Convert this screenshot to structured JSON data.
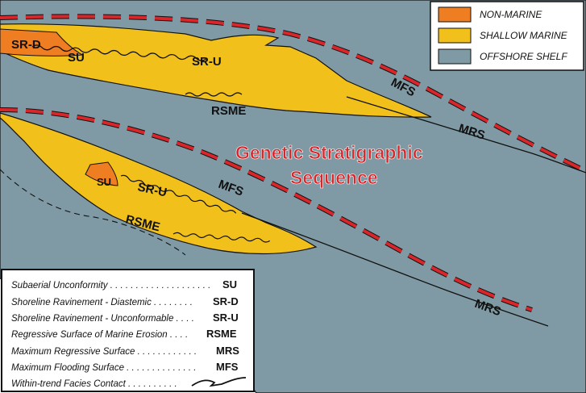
{
  "colors": {
    "non_marine": "#ef7d22",
    "shallow_marine": "#f2c01b",
    "offshore_shelf": "#7f9aa4",
    "flooding_surface": "#d8262a",
    "surface_line": "#111111"
  },
  "legend": {
    "items": [
      {
        "label": "NON-MARINE",
        "color": "#ef7d22"
      },
      {
        "label": "SHALLOW MARINE",
        "color": "#f2c01b"
      },
      {
        "label": "OFFSHORE SHELF",
        "color": "#7f9aa4"
      }
    ]
  },
  "title": {
    "line1": "Genetic Stratigraphic",
    "line2": "Sequence"
  },
  "upper_sequence": {
    "labels": {
      "srd": "SR-D",
      "su": "SU",
      "sru": "SR-U",
      "rsme": "RSME",
      "mfs": "MFS",
      "mrs": "MRS"
    }
  },
  "lower_sequence": {
    "labels": {
      "su": "SU",
      "sru": "SR-U",
      "rsme": "RSME",
      "mfs": "MFS",
      "mrs": "MRS"
    }
  },
  "key": {
    "rows": [
      {
        "text": "Subaerial Unconformity . . . . . . . . . . . . . . . . . . . .",
        "abbr": "SU"
      },
      {
        "text": "Shoreline Ravinement - Diastemic . . . . . . . .",
        "abbr": "SR-D"
      },
      {
        "text": "Shoreline Ravinement - Unconformable . . . .",
        "abbr": "SR-U"
      },
      {
        "text": "Regressive Surface of Marine Erosion . . . .",
        "abbr": "RSME"
      },
      {
        "text": "Maximum Regressive Surface . . . . . . . . . . . .",
        "abbr": "MRS"
      },
      {
        "text": "Maximum Flooding Surface . . . . . . . . . . . . . .",
        "abbr": "MFS"
      },
      {
        "text": "Within-trend Facies Contact . . . . . . . . . .",
        "abbr": ""
      }
    ]
  }
}
